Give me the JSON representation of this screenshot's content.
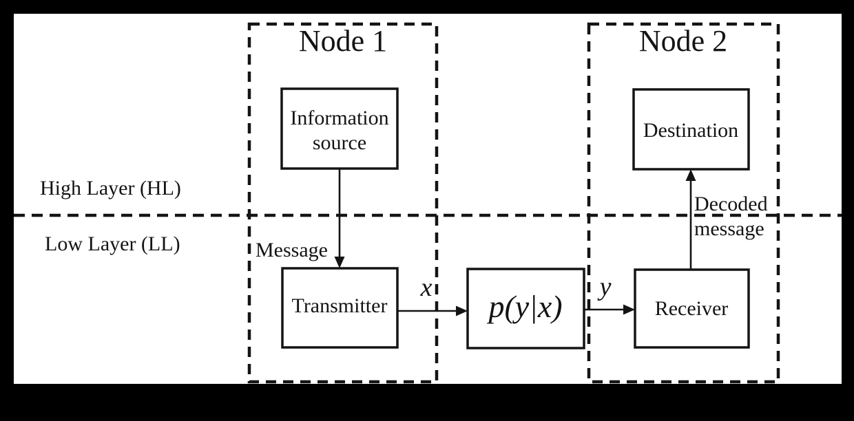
{
  "colors": {
    "background": "#000000",
    "surface": "#ffffff",
    "ink": "#141414"
  },
  "diagram": {
    "layers": {
      "high": "High Layer (HL)",
      "low": "Low Layer (LL)"
    },
    "nodes": {
      "node1": {
        "title": "Node 1"
      },
      "node2": {
        "title": "Node 2"
      }
    },
    "blocks": {
      "information_source": {
        "line1": "Information",
        "line2": "source"
      },
      "transmitter": {
        "label": "Transmitter"
      },
      "channel": {
        "label": "p(y|x)"
      },
      "receiver": {
        "label": "Receiver"
      },
      "destination": {
        "label": "Destination"
      }
    },
    "edge_labels": {
      "message": "Message",
      "x": "x",
      "y": "y",
      "decoded_line1": "Decoded",
      "decoded_line2": "message"
    }
  }
}
